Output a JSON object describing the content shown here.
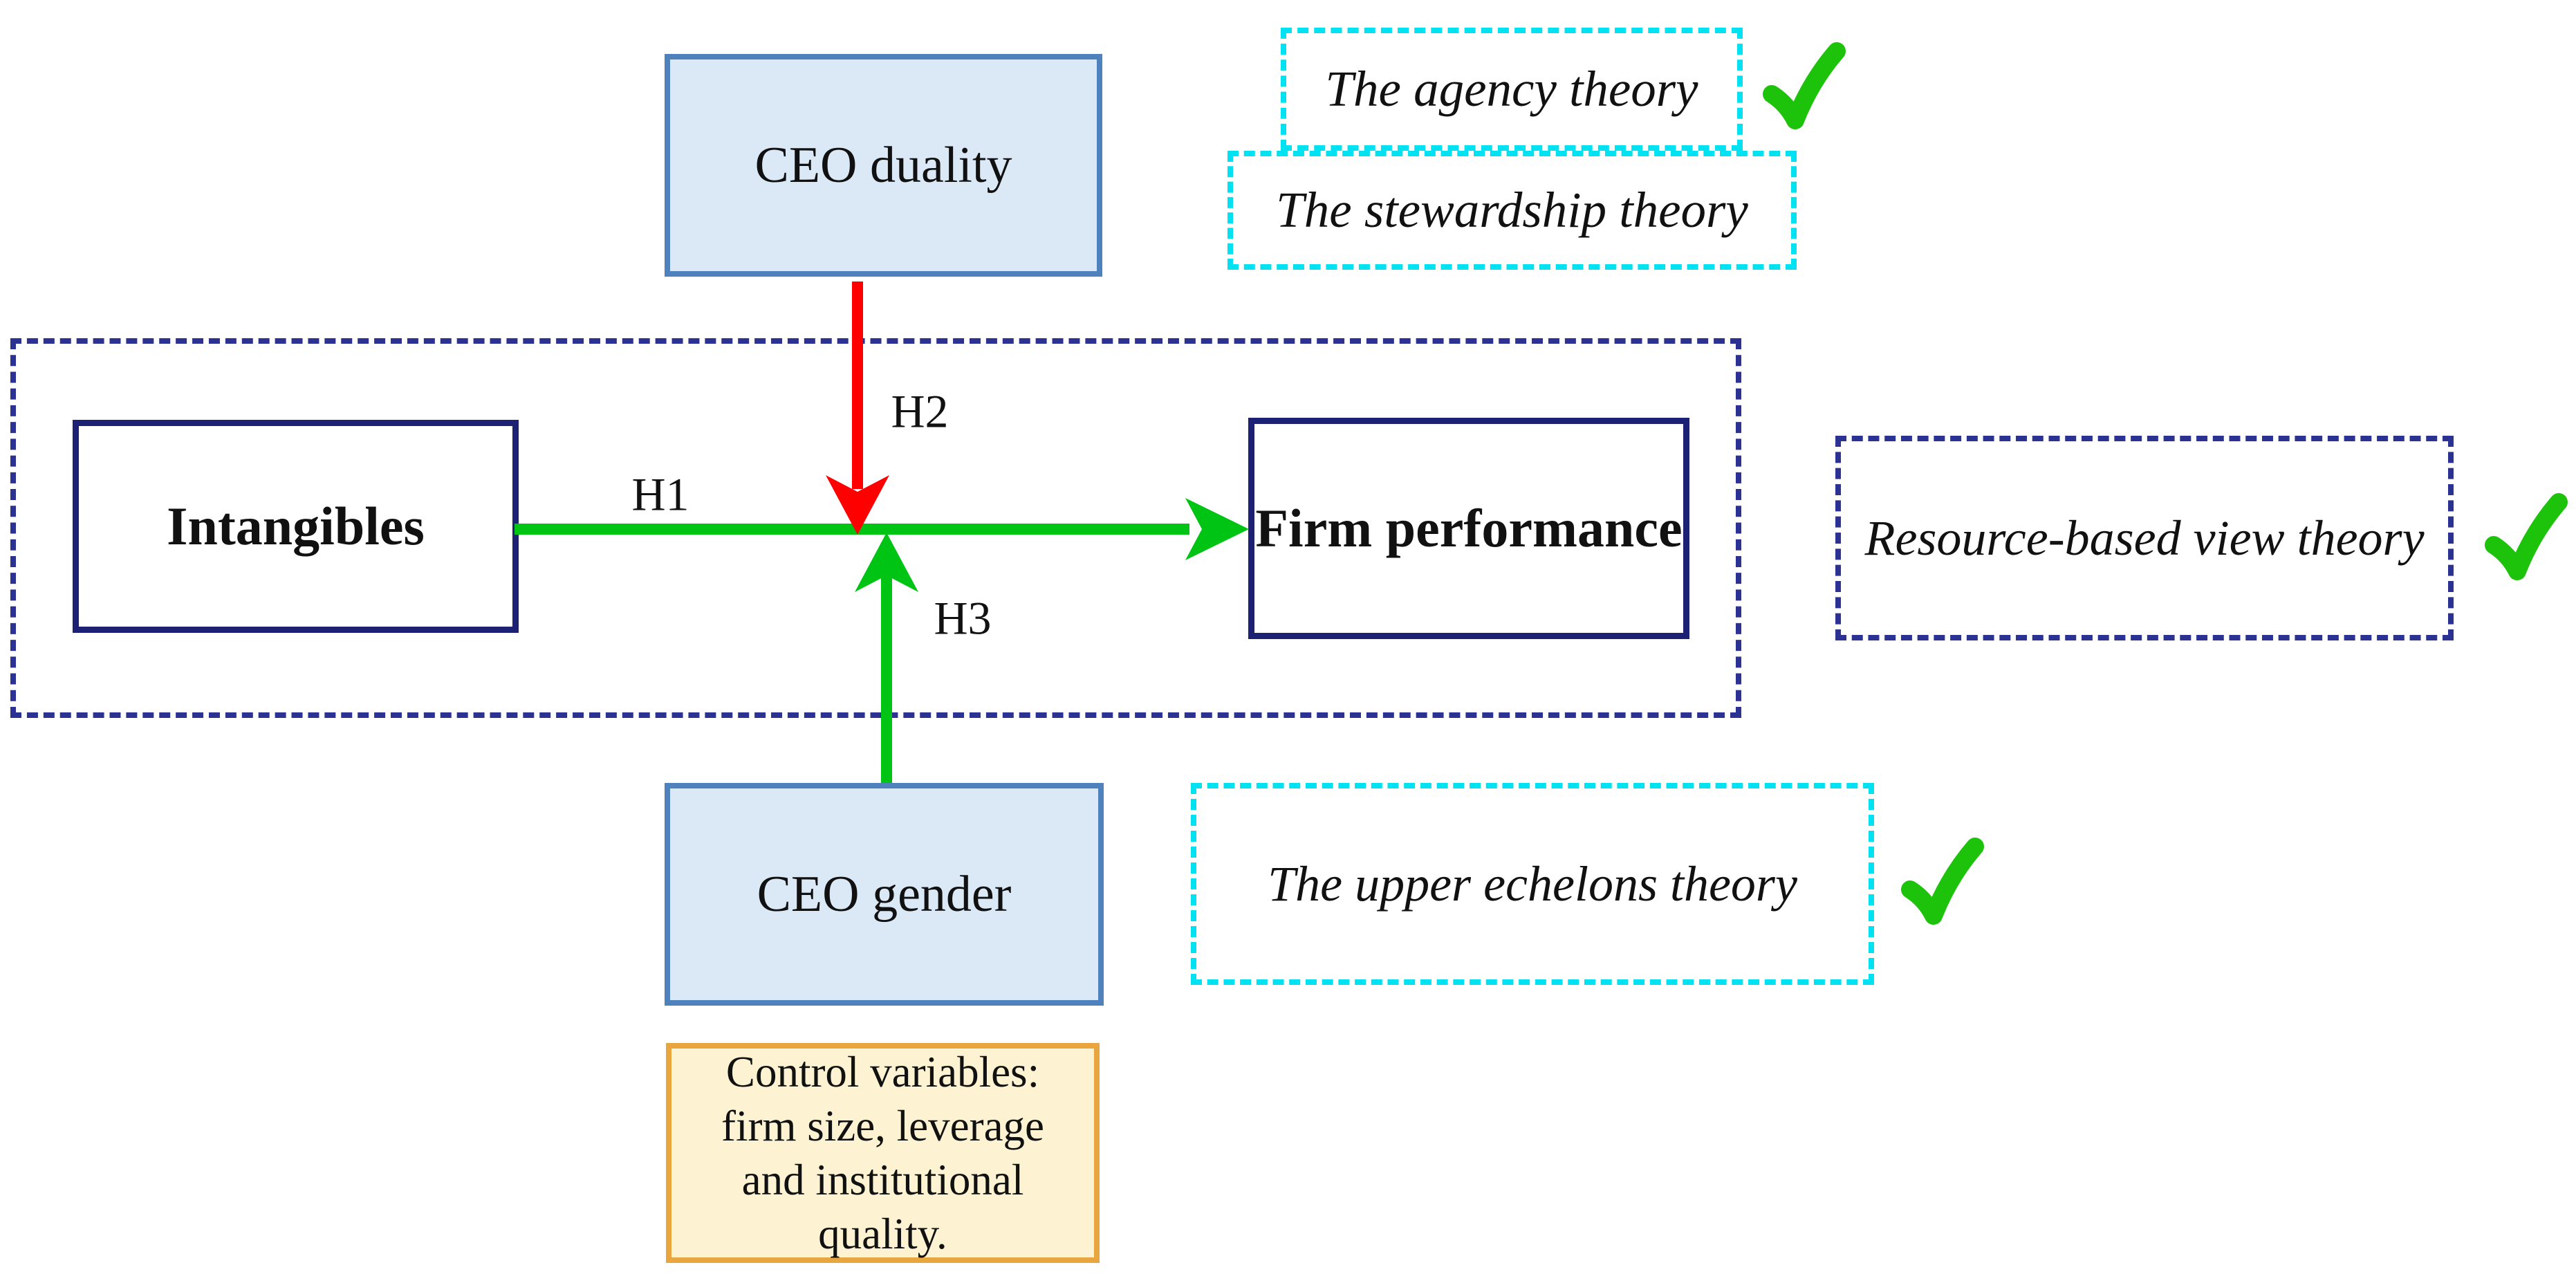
{
  "figure": {
    "boxes": {
      "ceo_duality": {
        "label": "CEO duality"
      },
      "intangibles": {
        "label": "Intangibles"
      },
      "firm_performance": {
        "label": "Firm performance"
      },
      "ceo_gender": {
        "label": "CEO gender"
      },
      "control_variables": {
        "label": "Control variables: firm size, leverage and institutional quality.",
        "lines": [
          "Control variables:",
          "firm size, leverage",
          "and institutional",
          "quality."
        ]
      }
    },
    "hypotheses": {
      "h1": {
        "label": "H1",
        "arrow_color": "green"
      },
      "h2": {
        "label": "H2",
        "arrow_color": "red"
      },
      "h3": {
        "label": "H3",
        "arrow_color": "green"
      }
    },
    "theories": {
      "agency": {
        "label": "The agency theory",
        "checked": true,
        "icon": "checkmark-icon"
      },
      "stewardship": {
        "label": "The stewardship theory",
        "checked": false
      },
      "resource": {
        "label": "Resource-based view theory",
        "checked": true,
        "icon": "checkmark-icon"
      },
      "upper": {
        "label": "The upper echelons theory",
        "checked": true,
        "icon": "checkmark-icon"
      }
    }
  },
  "colors": {
    "navy": "#2c3292",
    "navy_solid": "#1c2173",
    "blue_border": "#4f81bd",
    "blue_fill": "#dbe9f7",
    "cyan": "#00e1f2",
    "green": "#00c414",
    "check_green": "#1dc30b",
    "red": "#fe0000",
    "orange_border": "#e9a63f",
    "orange_fill": "#fdf3d2",
    "text": "#111111"
  }
}
